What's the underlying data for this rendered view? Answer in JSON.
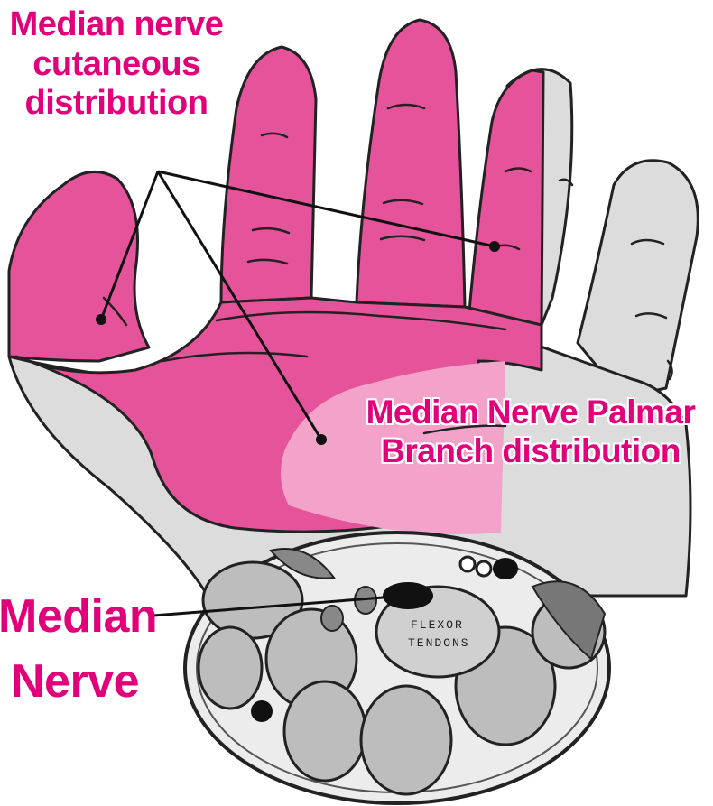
{
  "labels": {
    "cutaneous_line1": "Median nerve",
    "cutaneous_line2": "cutaneous",
    "cutaneous_line3": "distribution",
    "palmar_line1": "Median Nerve Palmar",
    "palmar_line2": "Branch distribution",
    "median_line1": "Median",
    "median_line2": "Nerve",
    "cross_section_text1": "FLEXOR",
    "cross_section_text2": "TENDONS"
  },
  "colors": {
    "cutaneous_pink": "#e5539a",
    "palmar_light_pink": "#f3a3c9",
    "skin_gray": "#dcdcdc",
    "label_magenta": "#e2007a",
    "outline": "#222222"
  }
}
